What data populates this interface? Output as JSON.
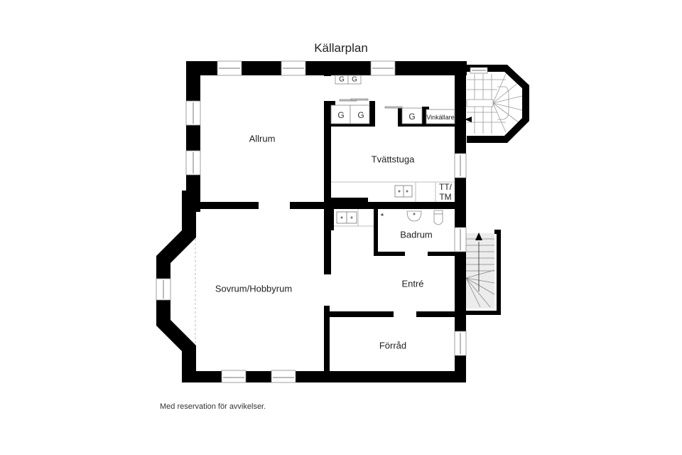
{
  "title": "Källarplan",
  "rooms": {
    "allrum": "Allrum",
    "tvattstuga": "Tvättstuga",
    "sovrum": "Sovrum/Hobbyrum",
    "badrum": "Badrum",
    "entre": "Entré",
    "forrad": "Förråd",
    "vinkallare": "Vinkällare"
  },
  "fixtures": {
    "tt_tm_line1": "TT/",
    "tt_tm_line2": "TM",
    "g": "G"
  },
  "footer": "Med reservation för avvikelser.",
  "colors": {
    "wall": "#000000",
    "window_fill": "#ffffff",
    "window_pane": "#bdbdbd",
    "stair_fill": "#ececec",
    "line": "#888888"
  }
}
